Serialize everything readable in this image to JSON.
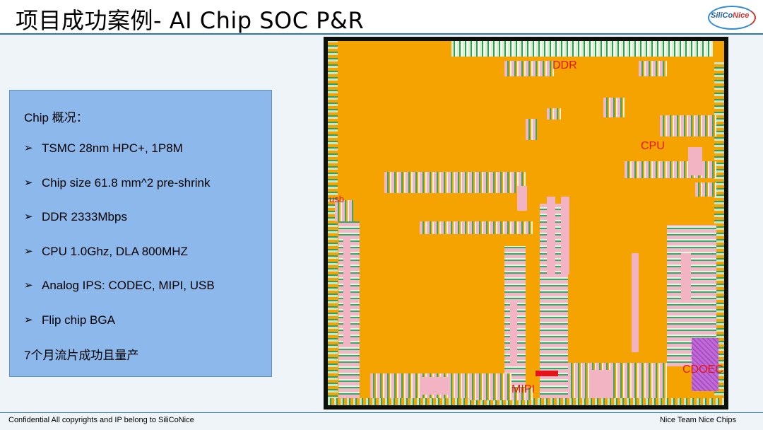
{
  "slide": {
    "title": "项目成功案例- AI Chip SOC P&R",
    "logo": {
      "text_a": "SiliCo",
      "text_b": "Nice"
    }
  },
  "info": {
    "heading": "Chip 概况：",
    "bullets": [
      "TSMC 28nm HPC+, 1P8M",
      "Chip size 61.8 mm^2 pre-shrink",
      "DDR 2333Mbps",
      "CPU 1.0Ghz, DLA 800MHZ",
      "Analog IPS: CODEC, MIPI, USB",
      "Flip chip BGA"
    ],
    "bullet_symbol": "➢",
    "note": "7个月流片成功且量产"
  },
  "layout": {
    "labels": {
      "ddr": "DDR",
      "cpu": "CPU",
      "usb": "usb",
      "mipi": "MIPI",
      "codec": "CDOEC"
    },
    "colors": {
      "standard_cells": "#f5a300",
      "memory_macros": "#f2b4c2",
      "label": "#e3160d"
    }
  },
  "footer": {
    "left": "Confidential  All copyrights and IP belong to SiliCoNice",
    "right": "Nice Team Nice Chips"
  }
}
